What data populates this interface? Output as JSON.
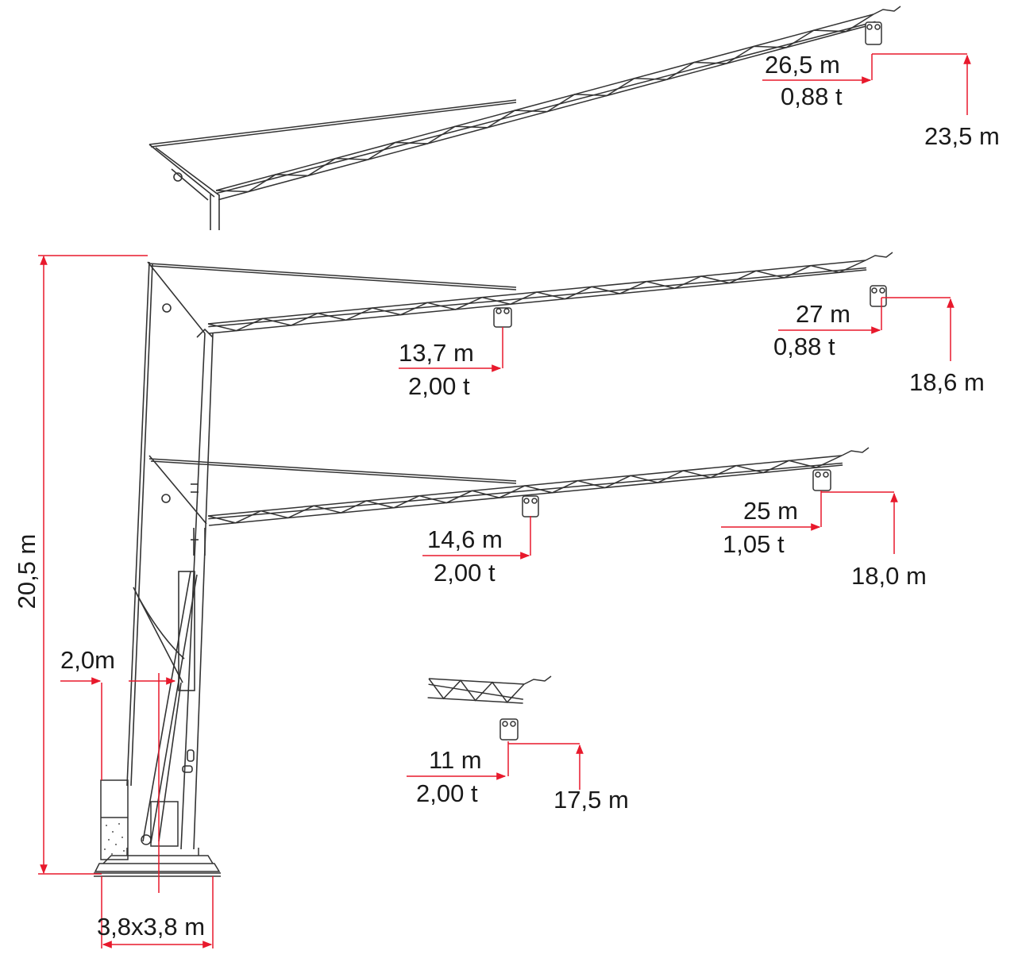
{
  "colors": {
    "structure": "#333333",
    "dimension": "#e8192c",
    "text": "#1a1a1a"
  },
  "tower_height": "20,5 m",
  "base_size": "3,8x3,8 m",
  "ballast_offset": "2,0m",
  "configurations": [
    {
      "name": "luffed",
      "tip_radius": "26,5 m",
      "tip_load": "0,88 t",
      "hook_height": "23,5 m"
    },
    {
      "name": "upper-horizontal",
      "mid_radius": "13,7 m",
      "mid_load": "2,00 t",
      "tip_radius": "27 m",
      "tip_load": "0,88 t",
      "hook_height": "18,6 m"
    },
    {
      "name": "lower-horizontal",
      "mid_radius": "14,6 m",
      "mid_load": "2,00 t",
      "tip_radius": "25 m",
      "tip_load": "1,05 t",
      "hook_height": "18,0 m"
    },
    {
      "name": "short-jib",
      "tip_radius": "11 m",
      "tip_load": "2,00 t",
      "hook_height": "17,5 m"
    }
  ]
}
